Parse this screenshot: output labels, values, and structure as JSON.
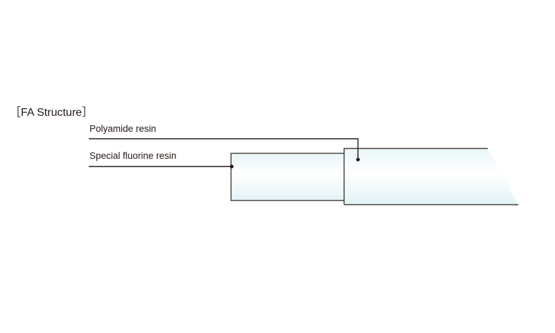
{
  "title": "［FA Structure］",
  "labels": {
    "polyamide": "Polyamide resin",
    "fluorine": "Special fluorine resin"
  },
  "colors": {
    "line": "#231815",
    "tube_fill_top": "#e8f6f8",
    "tube_fill_mid": "#ffffff",
    "tube_fill_bottom": "#e3f3f6"
  }
}
